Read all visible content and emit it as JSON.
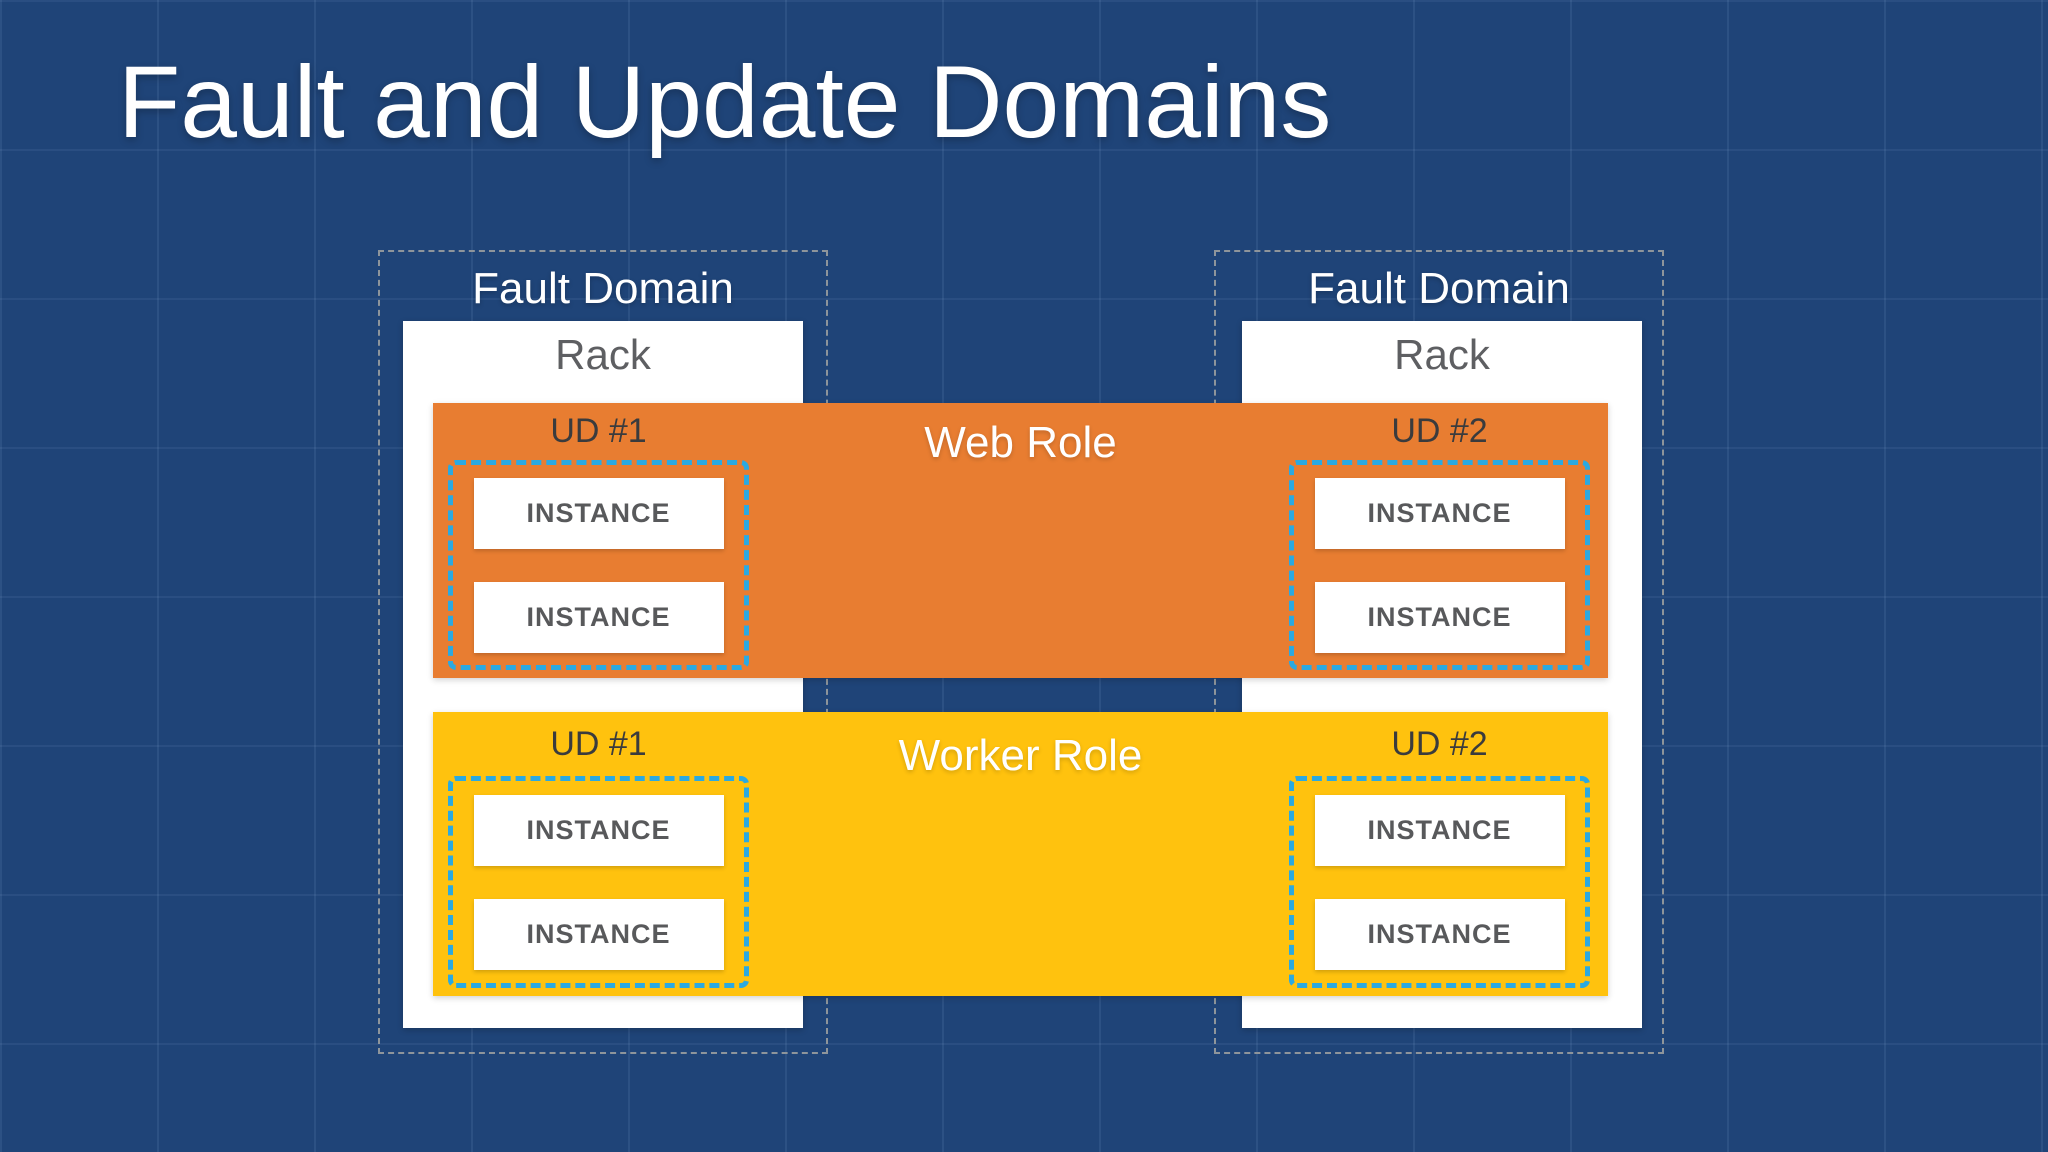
{
  "slide": {
    "title": "Fault and Update Domains"
  },
  "colors": {
    "background": "#1F4478",
    "grid_line": "#2E5A96",
    "web_role_orange": "#E87D31",
    "worker_role_yellow": "#FFC20E",
    "update_domain_dash_blue": "#2BA9E1",
    "fault_domain_dash_gray": "#8E959B",
    "rack_box_white": "#FFFFFF",
    "title_text": "#FFFFFF",
    "rack_text_gray": "#5E5F62",
    "ud_text_dark": "#3A3B3D",
    "instance_text_gray": "#58595B"
  },
  "diagram": {
    "fault_domains": [
      {
        "label": "Fault Domain",
        "rack_label": "Rack"
      },
      {
        "label": "Fault Domain",
        "rack_label": "Rack"
      }
    ],
    "roles": [
      {
        "name": "Web Role",
        "uds": [
          {
            "label": "UD #1",
            "instances": [
              "INSTANCE",
              "INSTANCE"
            ]
          },
          {
            "label": "UD #2",
            "instances": [
              "INSTANCE",
              "INSTANCE"
            ]
          }
        ]
      },
      {
        "name": "Worker Role",
        "uds": [
          {
            "label": "UD #1",
            "instances": [
              "INSTANCE",
              "INSTANCE"
            ]
          },
          {
            "label": "UD #2",
            "instances": [
              "INSTANCE",
              "INSTANCE"
            ]
          }
        ]
      }
    ]
  }
}
